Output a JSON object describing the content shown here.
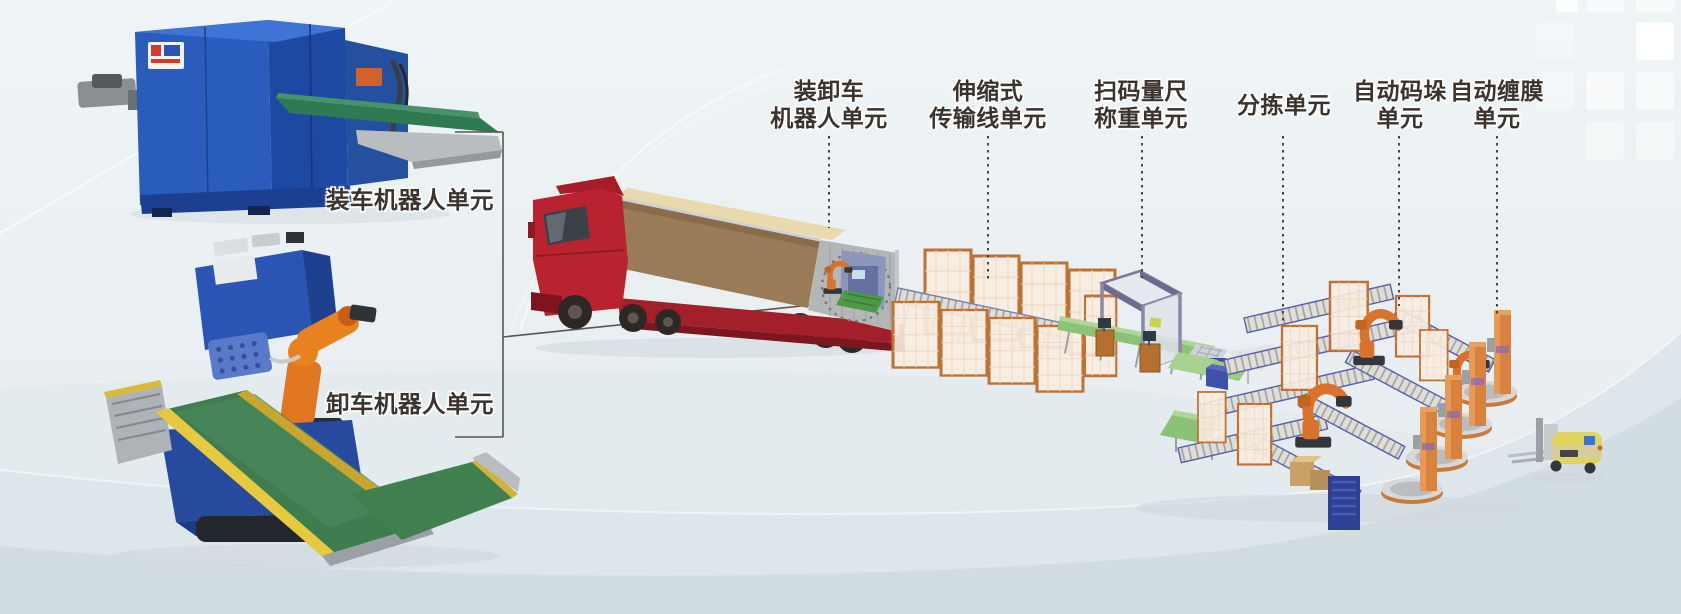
{
  "background": {
    "base_top": "#eef3f5",
    "base_bottom": "#e4ebee",
    "band_mid": "#dde6ea",
    "band_dark": "#d0dce1",
    "tile": "#ffffff"
  },
  "standalone_units": {
    "loading_label": "装车机器人单元",
    "unloading_label": "卸车机器人单元"
  },
  "line_units": [
    {
      "line1": "装卸车",
      "line2": "机器人单元"
    },
    {
      "line1": "伸缩式",
      "line2": "传输线单元"
    },
    {
      "line1": "扫码量尺",
      "line2": "称重单元"
    },
    {
      "line1": "分拣单元"
    },
    {
      "line1": "自动码垛",
      "line2": "单元"
    },
    {
      "line1": "自动缠膜",
      "line2": "单元"
    }
  ],
  "colors": {
    "label_text": "#3a332e",
    "machine_blue": "#2a5cbd",
    "robot_orange": "#e07c22",
    "belt_green": "#3f7d50",
    "truck_red": "#b92330",
    "container_brown": "#9a7b58",
    "container_top": "#ead9ac",
    "fence_orange": "#bf7133",
    "wrapper_orange": "#d9813f",
    "agv_yellow": "#ded45f"
  }
}
